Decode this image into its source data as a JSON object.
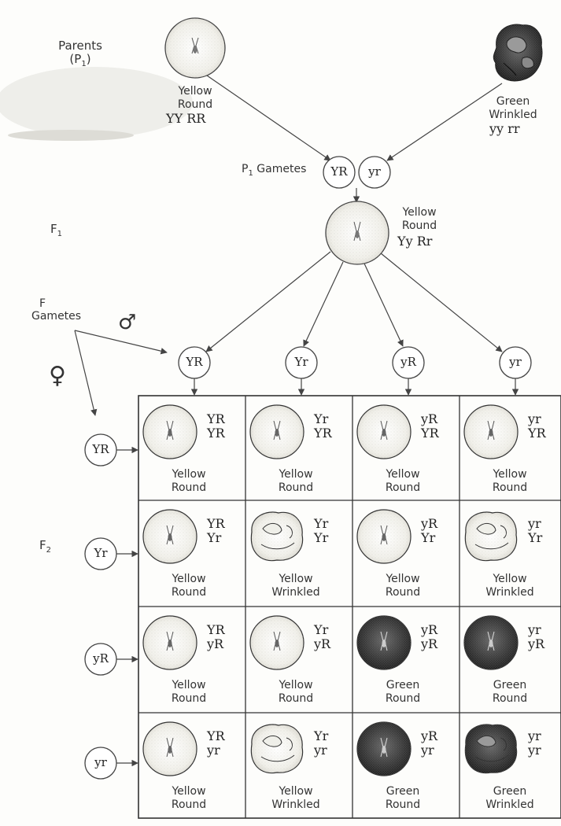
{
  "generations": {
    "parents": "Parents",
    "parents_sub": "(P",
    "parents_sub_index": "1",
    "parents_sub_close": ")",
    "f1": "F",
    "f1_index": "1",
    "f2": "F",
    "f2_index": "2",
    "f1_gametes_line1": "F",
    "f1_gametes_line2": "Gametes",
    "p1_gametes_prefix": "P",
    "p1_gametes_index": "1",
    "p1_gametes_word": "Gametes"
  },
  "symbols": {
    "male": "♂",
    "female": "♀"
  },
  "parent_yellow": {
    "line1": "Yellow",
    "line2": "Round",
    "genotype": "YY RR"
  },
  "parent_green": {
    "line1": "Green",
    "line2": "Wrinkled",
    "genotype": "yy rr"
  },
  "p1_gametes": [
    "YR",
    "yr"
  ],
  "f1_plant": {
    "line1": "Yellow",
    "line2": "Round",
    "genotype": "Yy Rr"
  },
  "male_gametes": [
    "YR",
    "Yr",
    "yR",
    "yr"
  ],
  "female_gametes": [
    "YR",
    "Yr",
    "yR",
    "yr"
  ],
  "grid": [
    [
      {
        "top": "YR",
        "bottom": "YR",
        "color": "Yellow",
        "shape": "Round"
      },
      {
        "top": "Yr",
        "bottom": "YR",
        "color": "Yellow",
        "shape": "Round"
      },
      {
        "top": "yR",
        "bottom": "YR",
        "color": "Yellow",
        "shape": "Round"
      },
      {
        "top": "yr",
        "bottom": "YR",
        "color": "Yellow",
        "shape": "Round"
      }
    ],
    [
      {
        "top": "YR",
        "bottom": "Yr",
        "color": "Yellow",
        "shape": "Round"
      },
      {
        "top": "Yr",
        "bottom": "Yr",
        "color": "Yellow",
        "shape": "Wrinkled"
      },
      {
        "top": "yR",
        "bottom": "Yr",
        "color": "Yellow",
        "shape": "Round"
      },
      {
        "top": "yr",
        "bottom": "Yr",
        "color": "Yellow",
        "shape": "Wrinkled"
      }
    ],
    [
      {
        "top": "YR",
        "bottom": "yR",
        "color": "Yellow",
        "shape": "Round"
      },
      {
        "top": "Yr",
        "bottom": "yR",
        "color": "Yellow",
        "shape": "Round"
      },
      {
        "top": "yR",
        "bottom": "yR",
        "color": "Green",
        "shape": "Round"
      },
      {
        "top": "yr",
        "bottom": "yR",
        "color": "Green",
        "shape": "Round"
      }
    ],
    [
      {
        "top": "YR",
        "bottom": "yr",
        "color": "Yellow",
        "shape": "Round"
      },
      {
        "top": "Yr",
        "bottom": "yr",
        "color": "Yellow",
        "shape": "Wrinkled"
      },
      {
        "top": "yR",
        "bottom": "yr",
        "color": "Green",
        "shape": "Round"
      },
      {
        "top": "yr",
        "bottom": "yr",
        "color": "Green",
        "shape": "Wrinkled"
      }
    ]
  ],
  "colors": {
    "ink": "#3a3a3a",
    "yellow_fill": "#f4f3ee",
    "green_fill": "#2f2f2f",
    "paper": "#fdfdfb"
  }
}
